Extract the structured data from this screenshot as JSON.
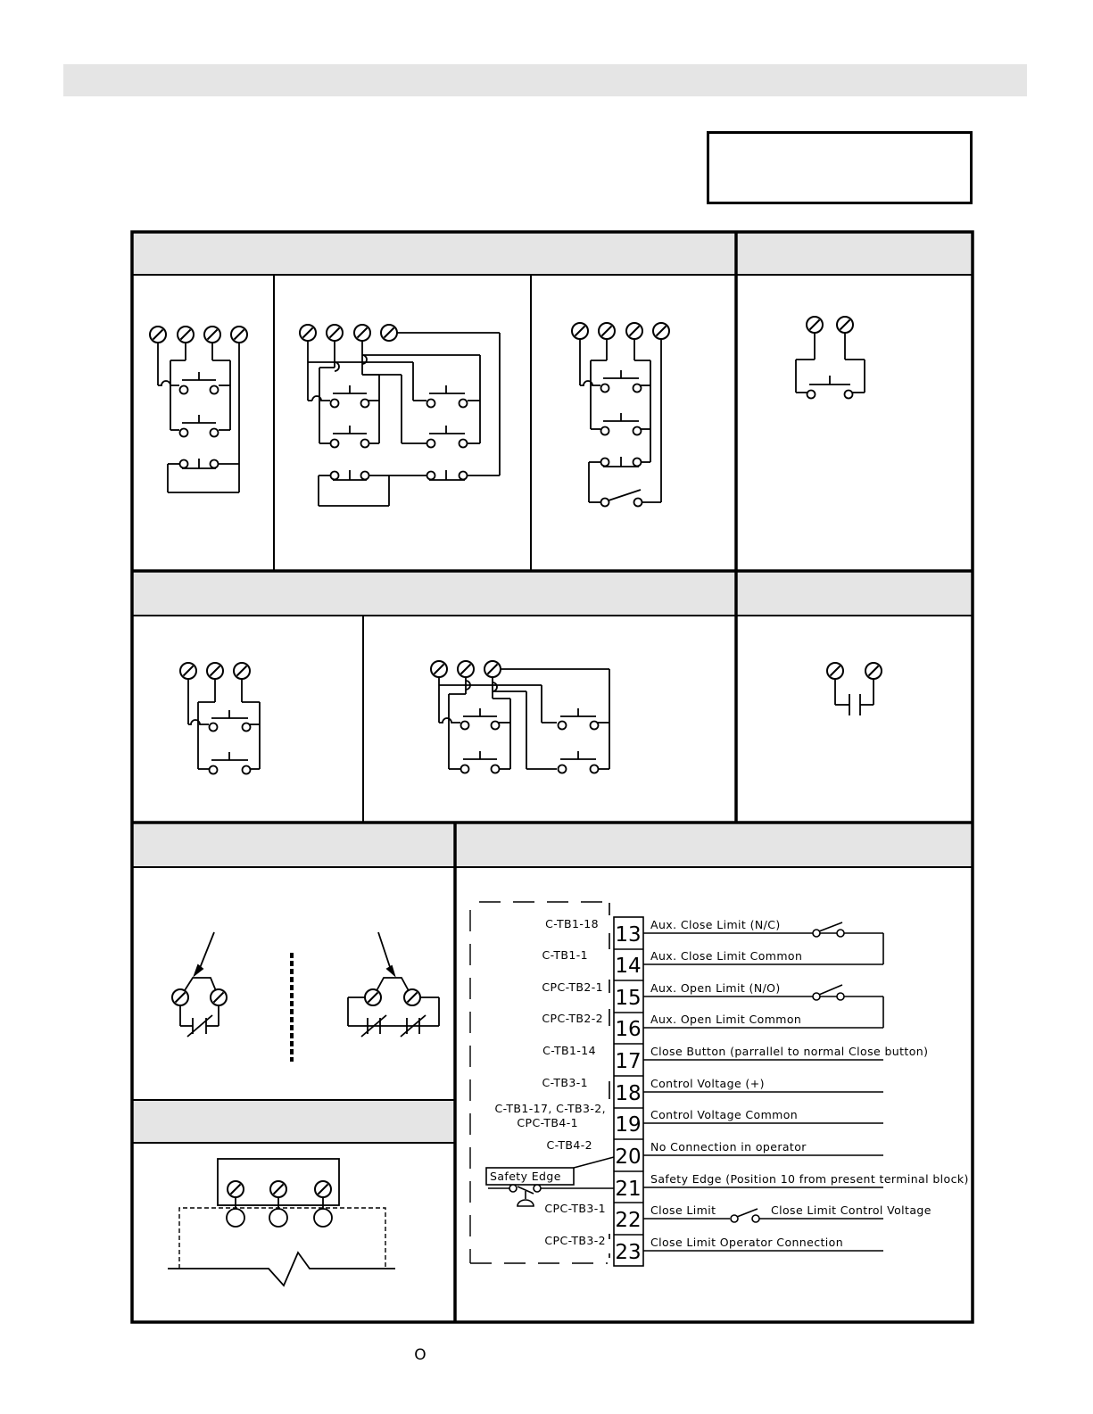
{
  "terminal_block": {
    "rows": [
      {
        "terminal": "13",
        "source": "C-TB1-18",
        "label": "Aux. Close Limit (N/C)"
      },
      {
        "terminal": "14",
        "source": "C-TB1-1",
        "label": "Aux. Close Limit Common"
      },
      {
        "terminal": "15",
        "source": "CPC-TB2-1",
        "label": "Aux. Open Limit (N/O)"
      },
      {
        "terminal": "16",
        "source": "CPC-TB2-2",
        "label": "Aux. Open Limit Common"
      },
      {
        "terminal": "17",
        "source": "C-TB1-14",
        "label": "Close Button (parrallel to normal Close button)"
      },
      {
        "terminal": "18",
        "source": "C-TB3-1",
        "label": "Control Voltage (+)"
      },
      {
        "terminal": "19",
        "source": "C-TB1-17, C-TB3-2,",
        "source2": "CPC-TB4-1",
        "label": "Control Voltage Common"
      },
      {
        "terminal": "20",
        "source": "C-TB4-2",
        "label": "No Connection in operator"
      },
      {
        "terminal": "21",
        "source": "",
        "label": "Safety Edge (Position 10 from present terminal block)"
      },
      {
        "terminal": "22",
        "source": "CPC-TB3-1",
        "label": "Close Limit"
      },
      {
        "terminal": "23",
        "source": "CPC-TB3-2",
        "label": "Close Limit Operator Connection"
      }
    ],
    "safety_edge_label": "Safety Edge",
    "close_limit_voltage_label": "Close Limit Control Voltage"
  },
  "footer": {
    "page_mark": "O"
  }
}
